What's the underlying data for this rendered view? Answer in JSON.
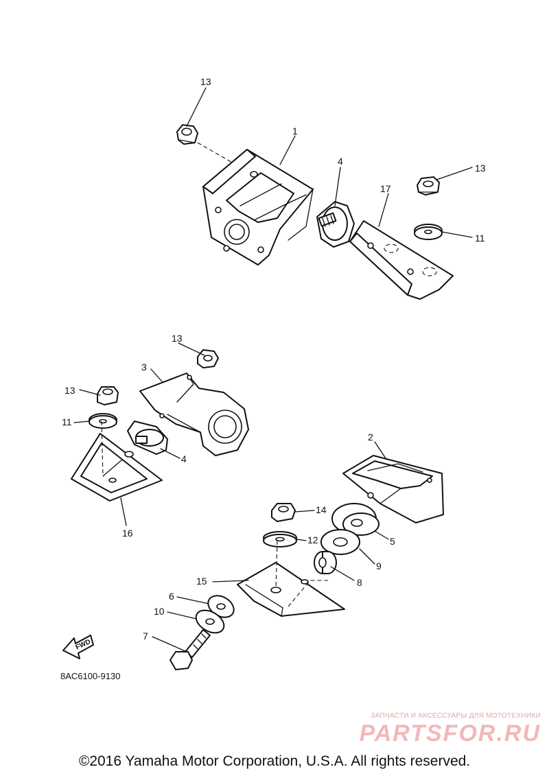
{
  "diagram": {
    "part_code": "8AC6100-9130",
    "fwd_label": "FWD",
    "callouts": [
      "13",
      "1",
      "4",
      "17",
      "13",
      "11",
      "13",
      "3",
      "13",
      "11",
      "4",
      "16",
      "2",
      "14",
      "12",
      "5",
      "9",
      "8",
      "15",
      "6",
      "10",
      "7"
    ]
  },
  "footer": {
    "copyright": "©2016 Yamaha Motor Corporation, U.S.A. All rights reserved."
  },
  "watermark": {
    "tagline": "ЗАПЧАСТИ И АКСЕССУАРЫ ДЛЯ МОТОТЕХНИКИ",
    "brand": "PARTSFOR.RU"
  }
}
